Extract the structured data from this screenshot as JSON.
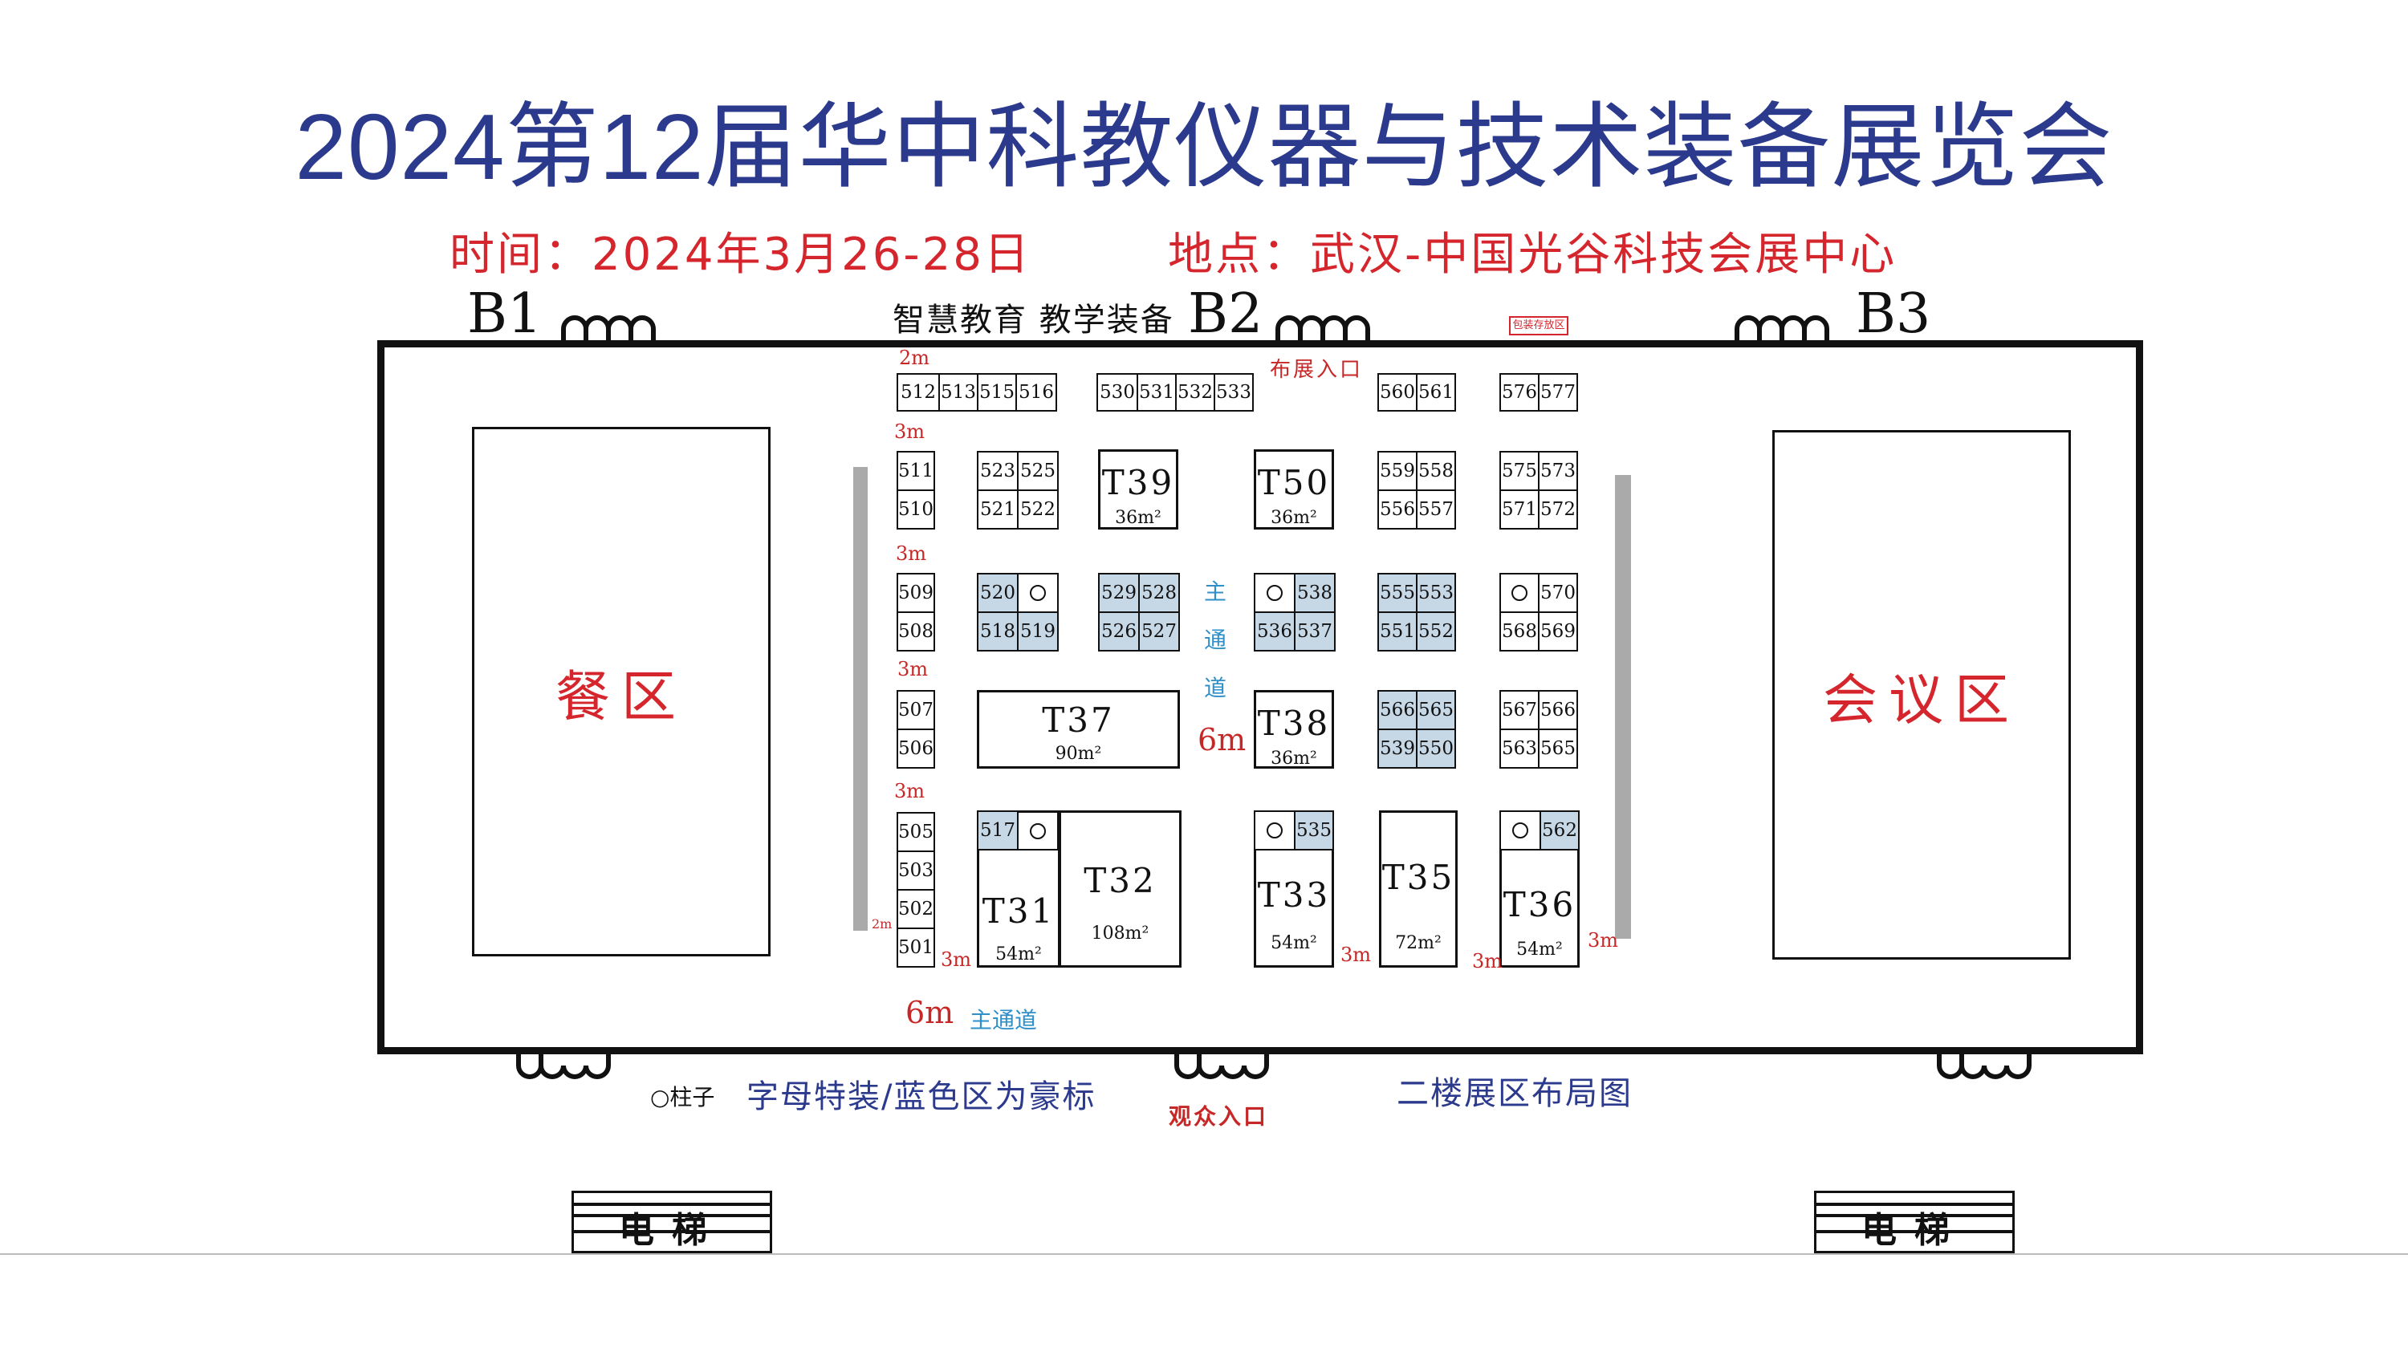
{
  "title": "2024第12届华中科教仪器与技术装备展览会",
  "time_text": "时间：2024年3月26-28日",
  "place_text": "地点：武汉-中国光谷科技会展中心",
  "gates": {
    "b1": "B1",
    "b2": "B2",
    "b3": "B3"
  },
  "top_zone": "智慧教育 教学装备",
  "storage_label": "包装存放区",
  "entrance_setup": "布展入口",
  "entrance_visitor": "观众入口",
  "dining": "餐区",
  "meeting": "会议区",
  "main_aisle": "主通道",
  "main_aisle_vertical": [
    "主",
    "通",
    "道"
  ],
  "legend_pillar": "○柱子",
  "legend_special": "字母特装/蓝色区为豪标",
  "floor_label": "二楼展区布局图",
  "elevator": "电梯",
  "dims": {
    "d2m": "2m",
    "d3m": "3m",
    "d6m": "6m"
  },
  "booths": {
    "b512": "512",
    "b513": "513",
    "b515": "515",
    "b516": "516",
    "b530": "530",
    "b531": "531",
    "b532": "532",
    "b533": "533",
    "b560": "560",
    "b561": "561",
    "b576": "576",
    "b577": "577",
    "b511": "511",
    "b510": "510",
    "b523": "523",
    "b525": "525",
    "b521": "521",
    "b522": "522",
    "b559": "559",
    "b558": "558",
    "b556": "556",
    "b557": "557",
    "b575": "575",
    "b573": "573",
    "b571": "571",
    "b572": "572",
    "b509": "509",
    "b508": "508",
    "b520": "520",
    "b518": "518",
    "b519": "519",
    "b529": "529",
    "b528": "528",
    "b526": "526",
    "b527": "527",
    "b538": "538",
    "b536": "536",
    "b537": "537",
    "b555": "555",
    "b553": "553",
    "b551": "551",
    "b552": "552",
    "b570": "570",
    "b568": "568",
    "b569": "569",
    "b507": "507",
    "b506": "506",
    "b566a": "566",
    "b565a": "565",
    "b539": "539",
    "b550": "550",
    "b567": "567",
    "b566b": "566",
    "b563": "563",
    "b565b": "565",
    "b505": "505",
    "b503": "503",
    "b502": "502",
    "b501": "501",
    "b517": "517",
    "b535": "535",
    "b562": "562"
  },
  "special_booths": {
    "t39": {
      "code": "T39",
      "area": "36m²"
    },
    "t50": {
      "code": "T50",
      "area": "36m²"
    },
    "t37": {
      "code": "T37",
      "area": "90m²"
    },
    "t38": {
      "code": "T38",
      "area": "36m²"
    },
    "t31": {
      "code": "T31",
      "area": "54m²"
    },
    "t32": {
      "code": "T32",
      "area": "108m²"
    },
    "t33": {
      "code": "T33",
      "area": "54m²"
    },
    "t35": {
      "code": "T35",
      "area": "72m²"
    },
    "t36": {
      "code": "T36",
      "area": "54m²"
    }
  },
  "colors": {
    "title": "#2b3a8c",
    "red": "#d4262c",
    "premium_booth": "#c6d7e6",
    "aisle_text": "#2e8fc9"
  }
}
